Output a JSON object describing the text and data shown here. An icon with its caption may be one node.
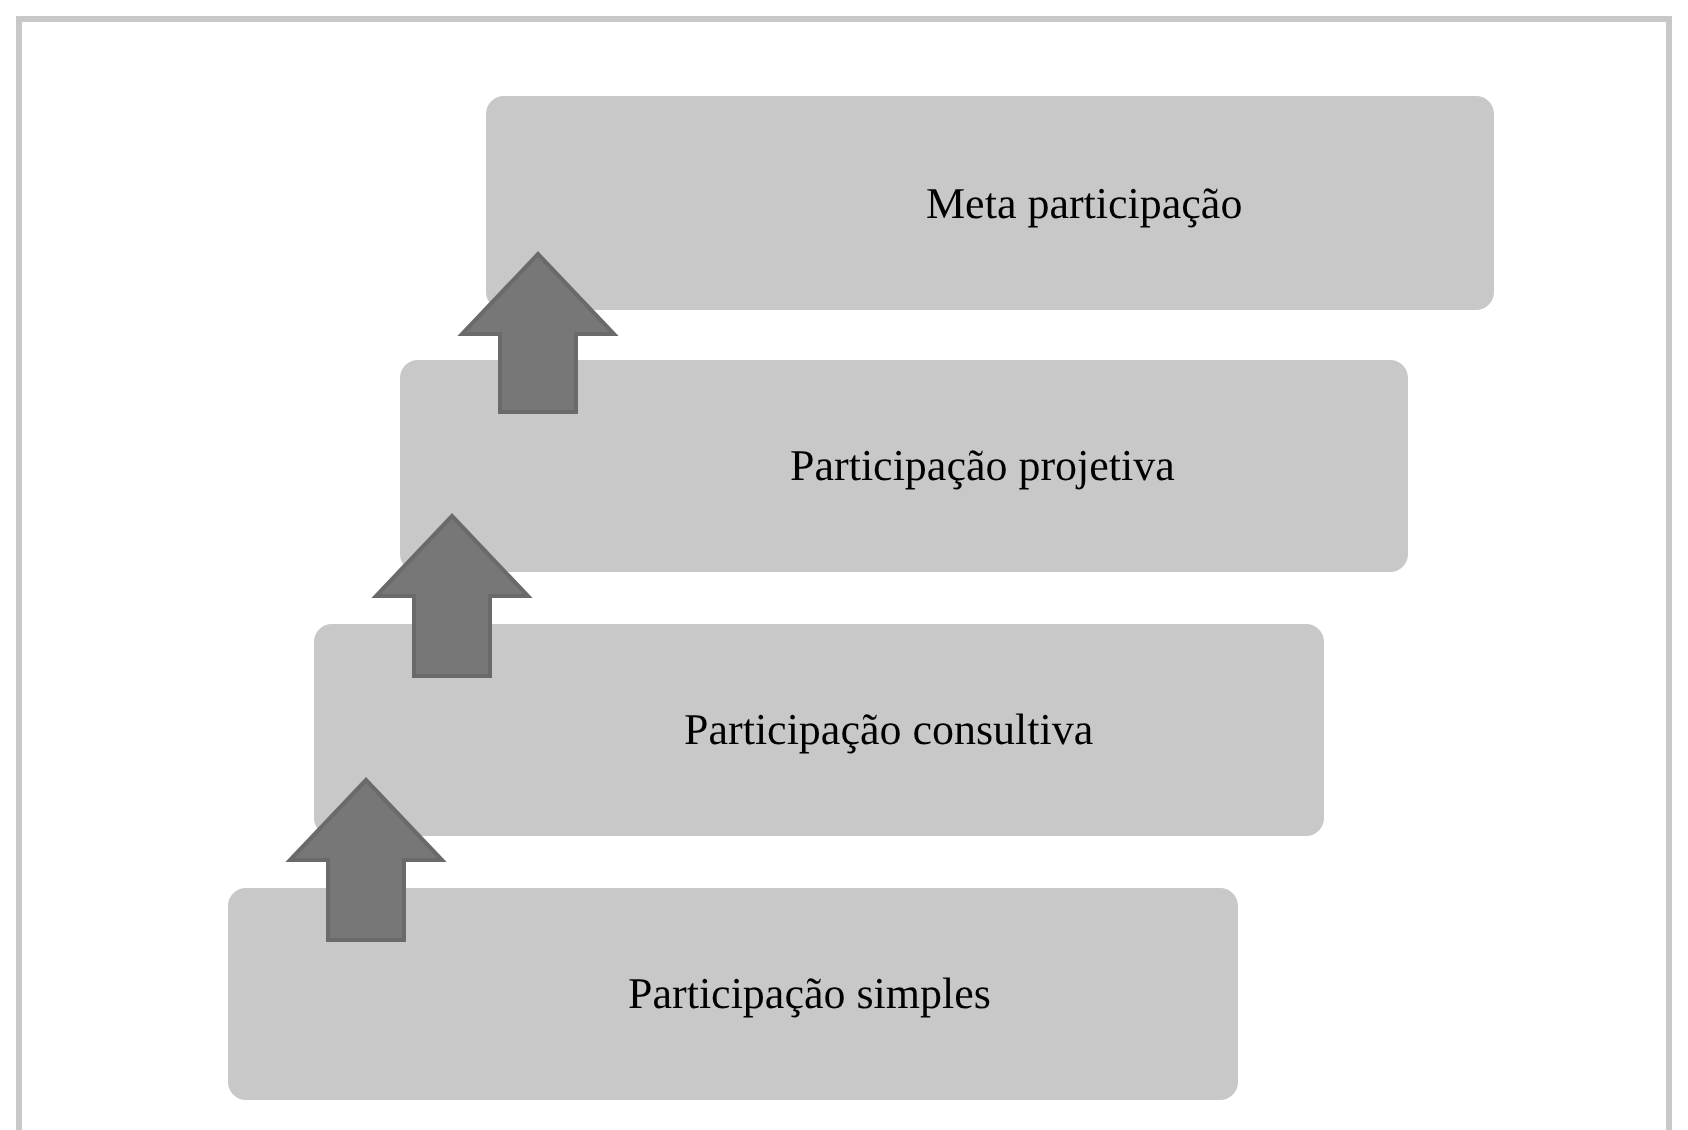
{
  "diagram": {
    "nodes": [
      {
        "text": [
          "Meta participação"
        ]
      },
      {
        "text": [
          "Participação projetiva"
        ]
      },
      {
        "text": [
          "Participação consultiva"
        ]
      },
      {
        "text": [
          "Participação simples"
        ]
      }
    ],
    "edges": [
      {
        "from": 3,
        "to": 2,
        "arrow": "to",
        "style": "thick"
      },
      {
        "from": 2,
        "to": 1,
        "arrow": "to",
        "style": "thick"
      },
      {
        "from": 1,
        "to": 0,
        "arrow": "to",
        "style": "thick"
      }
    ]
  }
}
